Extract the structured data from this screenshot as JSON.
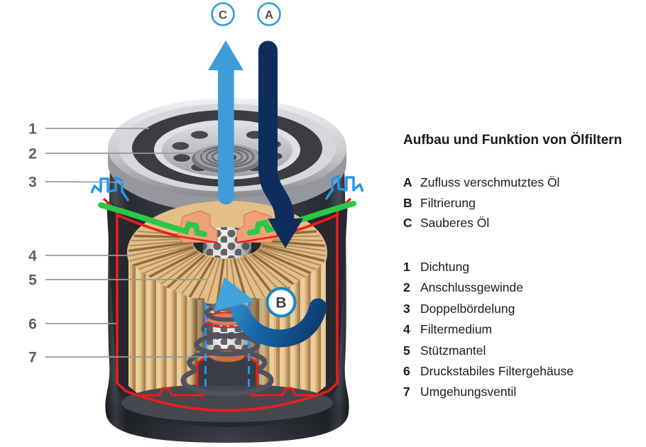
{
  "legend": {
    "title": "Aufbau und Funktion von Ölfiltern",
    "flow_items": [
      {
        "key": "A",
        "label": "Zufluss verschmutztes Öl"
      },
      {
        "key": "B",
        "label": "Filtrierung"
      },
      {
        "key": "C",
        "label": "Sauberes Öl"
      }
    ],
    "part_items": [
      {
        "key": "1",
        "label": "Dichtung"
      },
      {
        "key": "2",
        "label": "Anschlussgewinde"
      },
      {
        "key": "3",
        "label": "Doppelbördelung"
      },
      {
        "key": "4",
        "label": "Filtermedium"
      },
      {
        "key": "5",
        "label": "Stützmantel"
      },
      {
        "key": "6",
        "label": "Druckstabiles Filtergehäuse"
      },
      {
        "key": "7",
        "label": "Umgehungsventil"
      }
    ]
  },
  "diagram": {
    "flow_badges": [
      {
        "letter": "C"
      },
      {
        "letter": "A"
      },
      {
        "letter": "B"
      }
    ],
    "callouts": [
      {
        "number": "1"
      },
      {
        "number": "2"
      },
      {
        "number": "3"
      },
      {
        "number": "4"
      },
      {
        "number": "5"
      },
      {
        "number": "6"
      },
      {
        "number": "7"
      }
    ],
    "colors": {
      "clean_oil_blue": "#3E9DD8",
      "dirty_oil_navy": "#0E2C5D",
      "badge_ring_blue": "#2E9ED9",
      "section_outline_red": "#EE1C1C",
      "end_plate_green": "#2BC747",
      "seam_blue": "#2396F0",
      "filter_medium_tan": "#E3BF87",
      "housing_dark": "#34383F"
    }
  }
}
